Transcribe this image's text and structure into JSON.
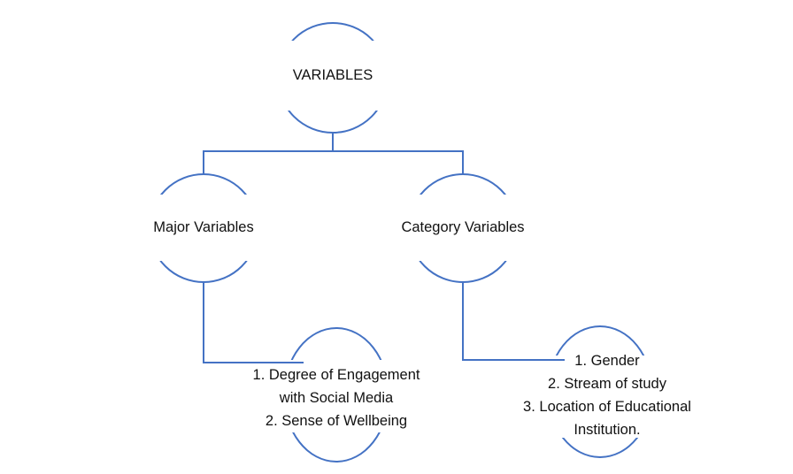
{
  "colors": {
    "line": "#4472C4",
    "text": "#111111",
    "background": "#ffffff"
  },
  "diagram": {
    "root": {
      "label": "VARIABLES"
    },
    "branches": [
      {
        "label": "Major Variables"
      },
      {
        "label": "Category Variables"
      }
    ],
    "leaves": [
      {
        "lines": [
          "1. Degree of Engagement",
          "with Social Media",
          "2. Sense of Wellbeing"
        ]
      },
      {
        "lines": [
          "1. Gender",
          "2. Stream of study",
          "3. Location of Educational",
          "Institution."
        ]
      }
    ]
  }
}
